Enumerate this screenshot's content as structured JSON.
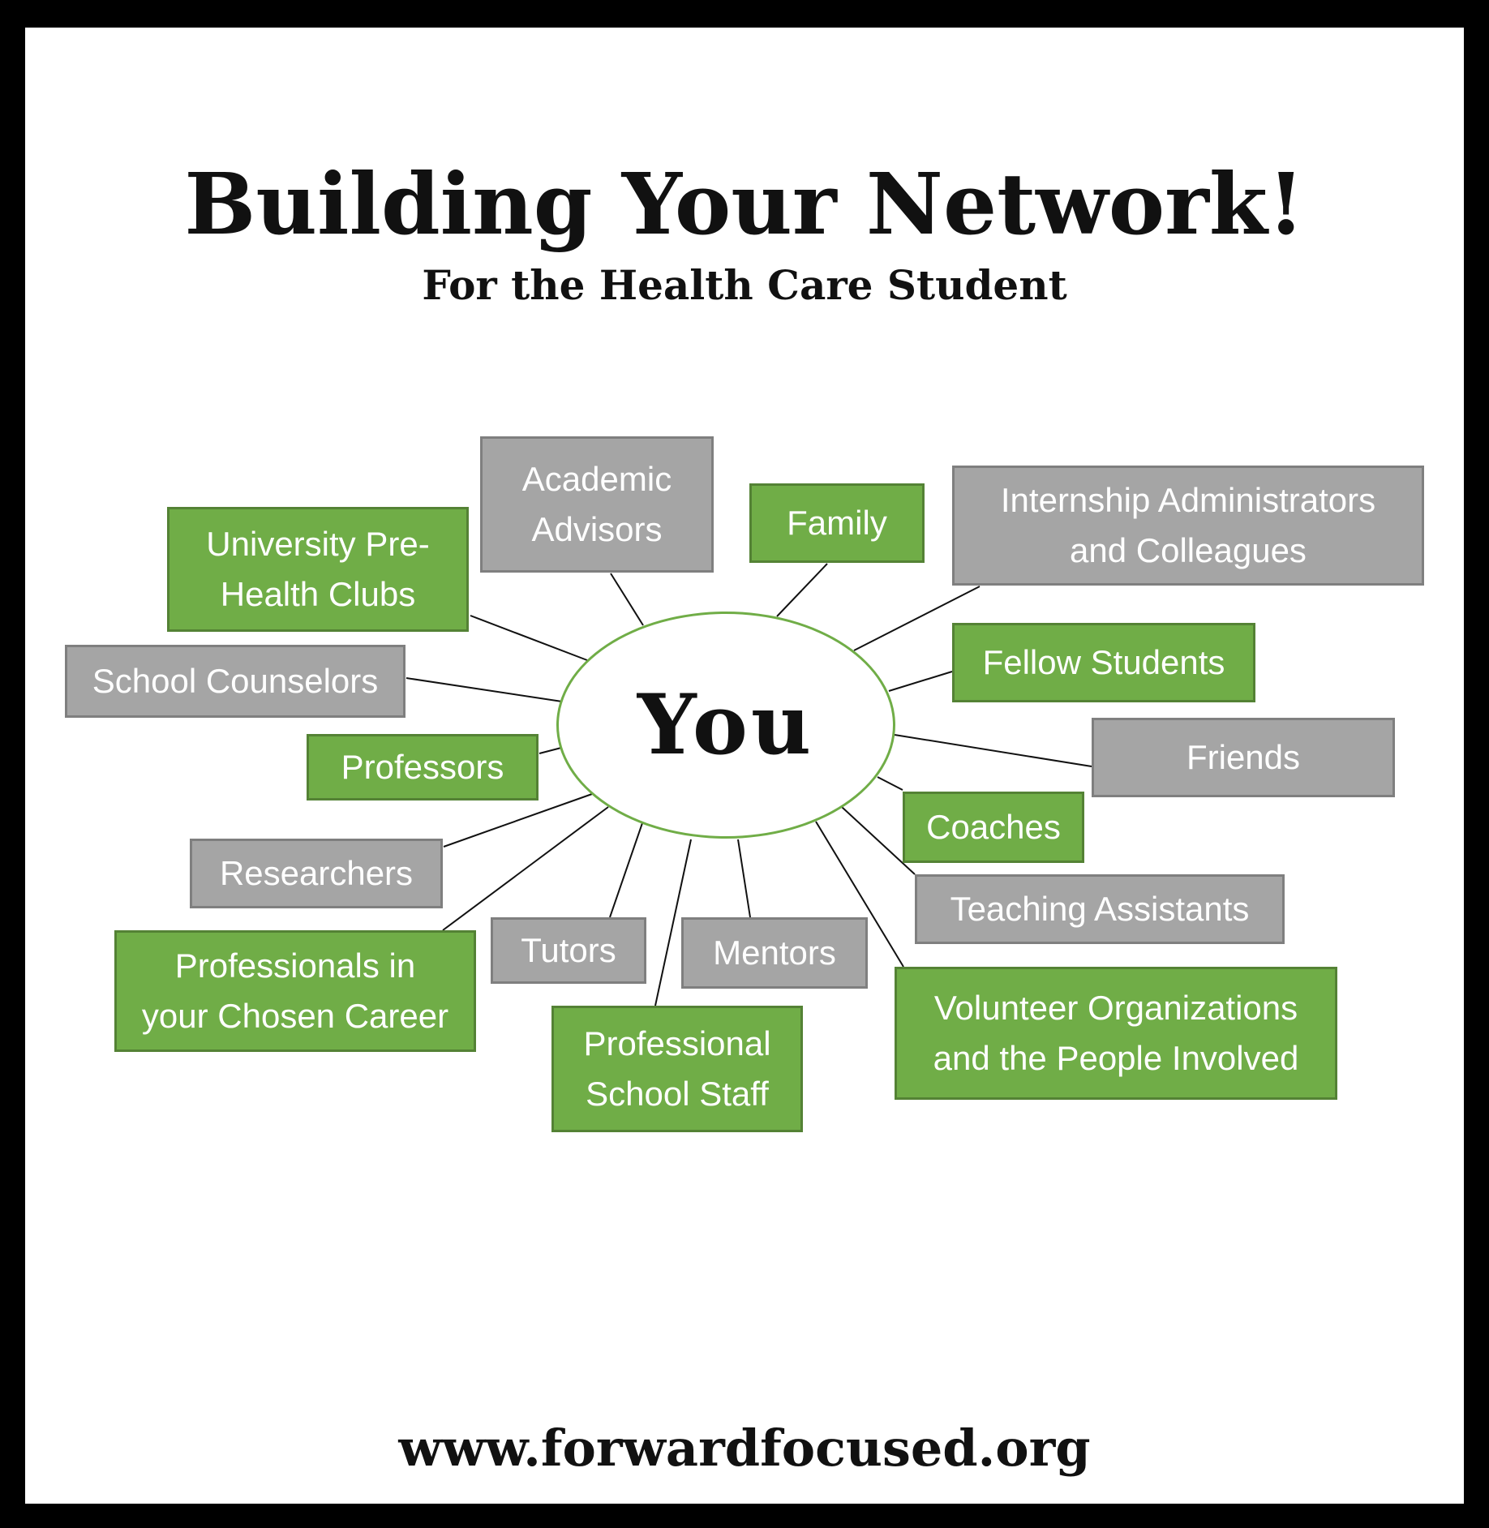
{
  "title": "Building Your Network!",
  "subtitle": "For the Health Care Student",
  "center": {
    "label": "You"
  },
  "footer": "www.forwardfocused.org",
  "colors": {
    "green_fill": "#70ad47",
    "green_border": "#548235",
    "gray_fill": "#a5a5a5",
    "gray_border": "#7f7f7f",
    "center_border": "#70ad47",
    "connector": "#111111"
  },
  "nodes": [
    {
      "id": "academic-advisors",
      "text": "Academic\nAdvisors",
      "color": "gray"
    },
    {
      "id": "university-pre-health-clubs",
      "text": "University Pre-\nHealth Clubs",
      "color": "green"
    },
    {
      "id": "family",
      "text": "Family",
      "color": "green"
    },
    {
      "id": "internship-administrators",
      "text": "Internship Administrators\nand Colleagues",
      "color": "gray"
    },
    {
      "id": "school-counselors",
      "text": "School Counselors",
      "color": "gray"
    },
    {
      "id": "fellow-students",
      "text": "Fellow Students",
      "color": "green"
    },
    {
      "id": "professors",
      "text": "Professors",
      "color": "green"
    },
    {
      "id": "friends",
      "text": "Friends",
      "color": "gray"
    },
    {
      "id": "coaches",
      "text": "Coaches",
      "color": "green"
    },
    {
      "id": "researchers",
      "text": "Researchers",
      "color": "gray"
    },
    {
      "id": "teaching-assistants",
      "text": "Teaching Assistants",
      "color": "gray"
    },
    {
      "id": "tutors",
      "text": "Tutors",
      "color": "gray"
    },
    {
      "id": "mentors",
      "text": "Mentors",
      "color": "gray"
    },
    {
      "id": "professionals-chosen-career",
      "text": "Professionals in\nyour Chosen Career",
      "color": "green"
    },
    {
      "id": "volunteer-organizations",
      "text": "Volunteer Organizations\nand the People Involved",
      "color": "green"
    },
    {
      "id": "professional-school-staff",
      "text": "Professional\nSchool Staff",
      "color": "green"
    }
  ]
}
